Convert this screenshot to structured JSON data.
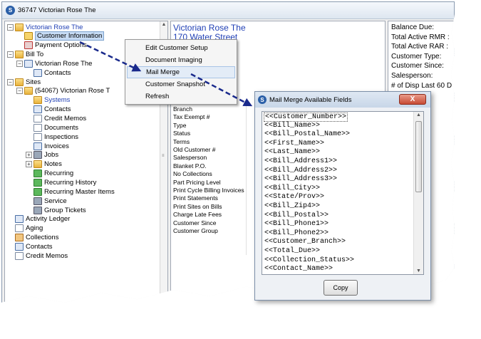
{
  "window": {
    "title": "36747  Victorian Rose  The"
  },
  "tree": {
    "items": [
      {
        "label": "Victorian Rose  The",
        "indent": 0,
        "icon": "folder-icon",
        "expander": "−",
        "selected": false,
        "color": "#1f3fb5"
      },
      {
        "label": "Customer Information",
        "indent": 1,
        "icon": "shield-icon",
        "expander": "",
        "selected": true,
        "color": "#000000"
      },
      {
        "label": "Payment Options",
        "indent": 1,
        "icon": "payment-icon",
        "expander": "",
        "selected": false,
        "color": "#000000"
      },
      {
        "label": "Bill To",
        "indent": 0,
        "icon": "folder-icon",
        "expander": "−",
        "selected": false,
        "color": "#000000"
      },
      {
        "label": "Victorian Rose  The",
        "indent": 1,
        "icon": "bill-to-address-icon",
        "expander": "−",
        "selected": false,
        "color": "#000000"
      },
      {
        "label": "Contacts",
        "indent": 2,
        "icon": "contacts-icon",
        "expander": "",
        "selected": false,
        "color": "#000000"
      },
      {
        "label": "Sites",
        "indent": 0,
        "icon": "folder-icon",
        "expander": "−",
        "selected": false,
        "color": "#000000"
      },
      {
        "label": "(54067) Victorian Rose  T",
        "indent": 1,
        "icon": "folder-icon",
        "expander": "−",
        "selected": false,
        "color": "#000000"
      },
      {
        "label": "Systems",
        "indent": 2,
        "icon": "folder-icon",
        "expander": "",
        "selected": false,
        "color": "#1f3fb5"
      },
      {
        "label": "Contacts",
        "indent": 2,
        "icon": "contacts-icon",
        "expander": "",
        "selected": false,
        "color": "#000000"
      },
      {
        "label": "Credit Memos",
        "indent": 2,
        "icon": "credit-memo-icon",
        "expander": "",
        "selected": false,
        "color": "#000000"
      },
      {
        "label": "Documents",
        "indent": 2,
        "icon": "documents-icon",
        "expander": "",
        "selected": false,
        "color": "#000000"
      },
      {
        "label": "Inspections",
        "indent": 2,
        "icon": "inspections-icon",
        "expander": "",
        "selected": false,
        "color": "#000000"
      },
      {
        "label": "Invoices",
        "indent": 2,
        "icon": "invoices-icon",
        "expander": "",
        "selected": false,
        "color": "#000000"
      },
      {
        "label": "Jobs",
        "indent": 2,
        "icon": "jobs-icon",
        "expander": "+",
        "selected": false,
        "color": "#000000"
      },
      {
        "label": "Notes",
        "indent": 2,
        "icon": "folder-icon",
        "expander": "+",
        "selected": false,
        "color": "#000000"
      },
      {
        "label": "Recurring",
        "indent": 2,
        "icon": "recurring-icon",
        "expander": "",
        "selected": false,
        "color": "#000000"
      },
      {
        "label": "Recurring History",
        "indent": 2,
        "icon": "recurring-history-icon",
        "expander": "",
        "selected": false,
        "color": "#000000"
      },
      {
        "label": "Recurring Master Items",
        "indent": 2,
        "icon": "recurring-master-icon",
        "expander": "",
        "selected": false,
        "color": "#000000"
      },
      {
        "label": "Service",
        "indent": 2,
        "icon": "service-icon",
        "expander": "",
        "selected": false,
        "color": "#000000"
      },
      {
        "label": "Group Tickets",
        "indent": 2,
        "icon": "group-tickets-icon",
        "expander": "",
        "selected": false,
        "color": "#000000"
      },
      {
        "label": "Activity Ledger",
        "indent": 0,
        "icon": "activity-ledger-icon",
        "expander": "",
        "selected": false,
        "color": "#000000"
      },
      {
        "label": "Aging",
        "indent": 0,
        "icon": "aging-icon",
        "expander": "",
        "selected": false,
        "color": "#000000"
      },
      {
        "label": "Collections",
        "indent": 0,
        "icon": "collections-icon",
        "expander": "",
        "selected": false,
        "color": "#000000"
      },
      {
        "label": "Contacts",
        "indent": 0,
        "icon": "contacts-icon",
        "expander": "",
        "selected": false,
        "color": "#000000"
      },
      {
        "label": "Credit Memos",
        "indent": 0,
        "icon": "credit-memo-icon",
        "expander": "",
        "selected": false,
        "color": "#000000"
      }
    ]
  },
  "center": {
    "name_line": "Victorian Rose  The",
    "address_line": "170  Water Street",
    "fields": [
      "Branch",
      "Tax Exempt #",
      "Type",
      "Status",
      "Terms",
      "Old Customer #",
      "Salesperson",
      "Blanket P.O.",
      "No Collections",
      "Part Pricing Level",
      "Print Cycle Billing Invoices",
      "Print Statements",
      "Print Sites on Bills",
      "Charge Late Fees",
      "Customer Since",
      "Customer Group"
    ]
  },
  "right_panel": {
    "rows": [
      "Balance Due:",
      "Total Active RMR :",
      "Total Active RAR :",
      "Customer Type:",
      "Customer Since:",
      "Salesperson:",
      "# of Disp Last 60 D"
    ]
  },
  "context_menu": {
    "items": [
      {
        "label": "Edit Customer Setup",
        "hover": false
      },
      {
        "label": "Document Imaging",
        "hover": false
      },
      {
        "label": "Mail Merge",
        "hover": true
      },
      {
        "label": "Customer Snapshot",
        "hover": false
      },
      {
        "label": "Refresh",
        "hover": false
      }
    ]
  },
  "dialog": {
    "title": "Mail Merge Available Fields",
    "close_label": "X",
    "fields": [
      "<<Customer_Number>>",
      "<<Bill_Name>>",
      "<<Bill_Postal_Name>>",
      "<<First_Name>>",
      "<<Last_Name>>",
      "<<Bill_Address1>>",
      "<<Bill_Address2>>",
      "<<Bill_Address3>>",
      "<<Bill_City>>",
      "<<State/Prov>>",
      "<<Bill_Zip4>>",
      "<<Bill_Postal>>",
      "<<Bill_Phone1>>",
      "<<Bill_Phone2>>",
      "<<Customer_Branch>>",
      "<<Total_Due>>",
      "<<Collection_Status>>",
      "<<Contact_Name>>"
    ],
    "copy_label": "Copy"
  },
  "colors": {
    "accent_blue": "#1f3fb5",
    "arrow_navy": "#1a2a8c"
  }
}
